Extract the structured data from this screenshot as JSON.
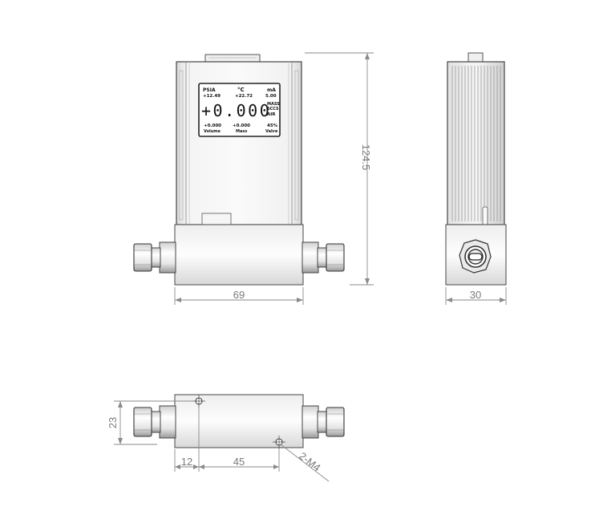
{
  "drawing": {
    "dims": {
      "front_width": "69",
      "height": "124.5",
      "side_width": "30",
      "base_height": "23",
      "offset": "12",
      "hole_spacing": "45",
      "holes": "2-M4"
    },
    "display": {
      "unit_pressure": "PSIA",
      "unit_temp": "°C",
      "unit_current": "mA",
      "val_pressure": "+12.49",
      "val_temp": "+22.72",
      "val_current": "5.00",
      "main_value": "+0.000",
      "mode_1": "MASS",
      "mode_2": "SCCS",
      "gas": "AIR",
      "val_volume": "+0.000",
      "val_mass": "+0.000",
      "val_valve": "45%",
      "label_volume": "Volume",
      "label_mass": "Mass",
      "label_valve": "Valve"
    }
  }
}
